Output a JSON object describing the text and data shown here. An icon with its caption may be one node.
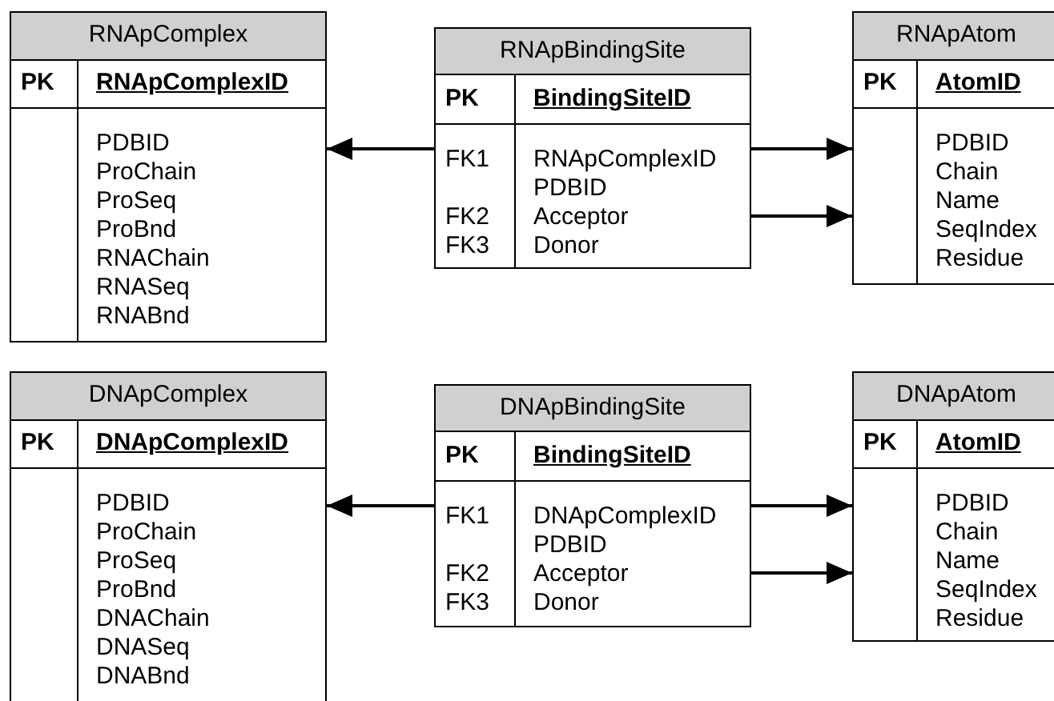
{
  "diagram": {
    "nodes": [
      {
        "text": [
          "RNApComplex",
          "PK",
          "RNApComplexID",
          "PDBID",
          "ProChain",
          "ProSeq",
          "ProBnd",
          "RNAChain",
          "RNASeq",
          "RNABnd"
        ]
      },
      {
        "text": [
          "RNApBindingSite",
          "PK",
          "BindingSiteID",
          "FK1",
          "RNApComplexID",
          "PDBID",
          "FK2",
          "Acceptor",
          "FK3",
          "Donor"
        ]
      },
      {
        "text": [
          "RNApAtom",
          "PK",
          "AtomID",
          "PDBID",
          "Chain",
          "Name",
          "SeqIndex",
          "Residue"
        ]
      },
      {
        "text": [
          "DNApComplex",
          "PK",
          "DNApComplexID",
          "PDBID",
          "ProChain",
          "ProSeq",
          "ProBnd",
          "DNAChain",
          "DNASeq",
          "DNABnd"
        ]
      },
      {
        "text": [
          "DNApBindingSite",
          "PK",
          "BindingSiteID",
          "FK1",
          "DNApComplexID",
          "PDBID",
          "FK2",
          "Acceptor",
          "FK3",
          "Donor"
        ]
      },
      {
        "text": [
          "DNApAtom",
          "PK",
          "AtomID",
          "PDBID",
          "Chain",
          "Name",
          "SeqIndex",
          "Residue"
        ]
      }
    ],
    "edges": [
      {
        "from": 1,
        "to": 0,
        "arrow": "to"
      },
      {
        "from": 1,
        "to": 2,
        "arrow": "to"
      },
      {
        "from": 1,
        "to": 2,
        "arrow": "to"
      },
      {
        "from": 4,
        "to": 3,
        "arrow": "to"
      },
      {
        "from": 4,
        "to": 5,
        "arrow": "to"
      },
      {
        "from": 4,
        "to": 5,
        "arrow": "to"
      }
    ]
  }
}
